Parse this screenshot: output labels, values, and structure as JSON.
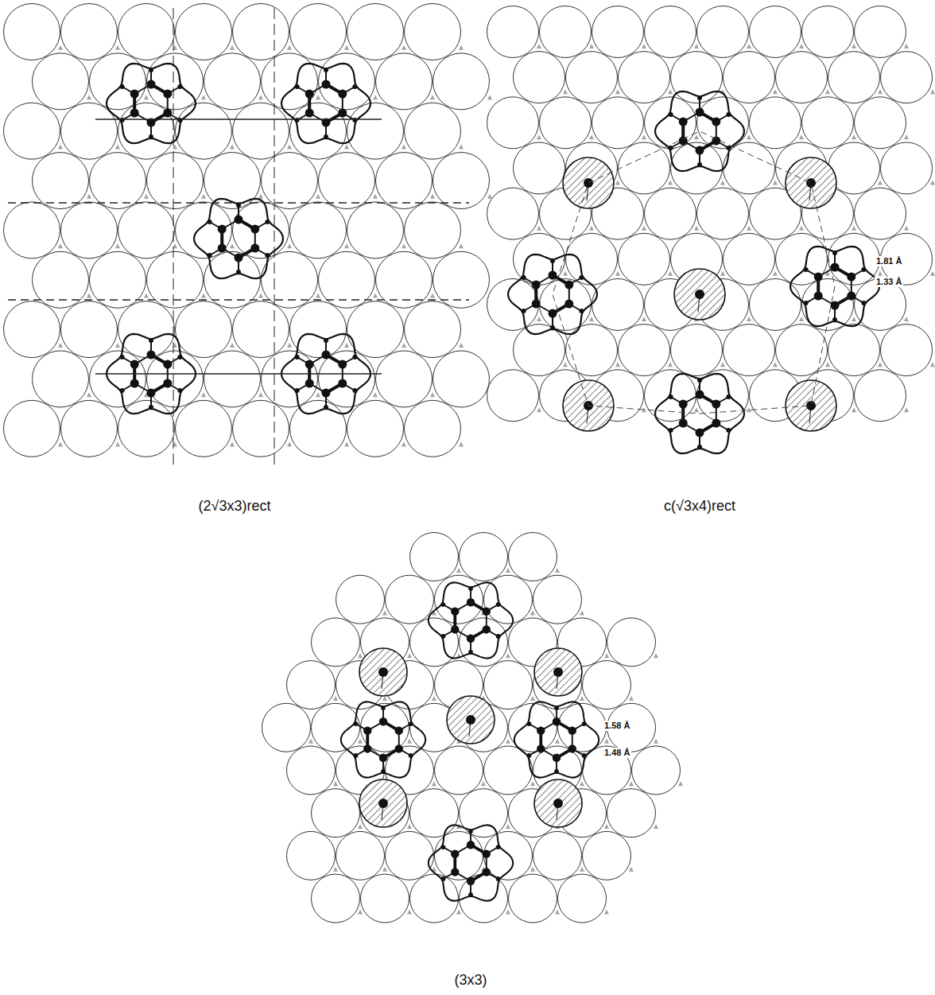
{
  "diagram": {
    "labels": [
      "(2√3x3)rect",
      "c(√3x4)rect",
      "(3x3)",
      "1.81 Å",
      "1.33 Å",
      "1.58 Å",
      "1.48 Å"
    ]
  }
}
